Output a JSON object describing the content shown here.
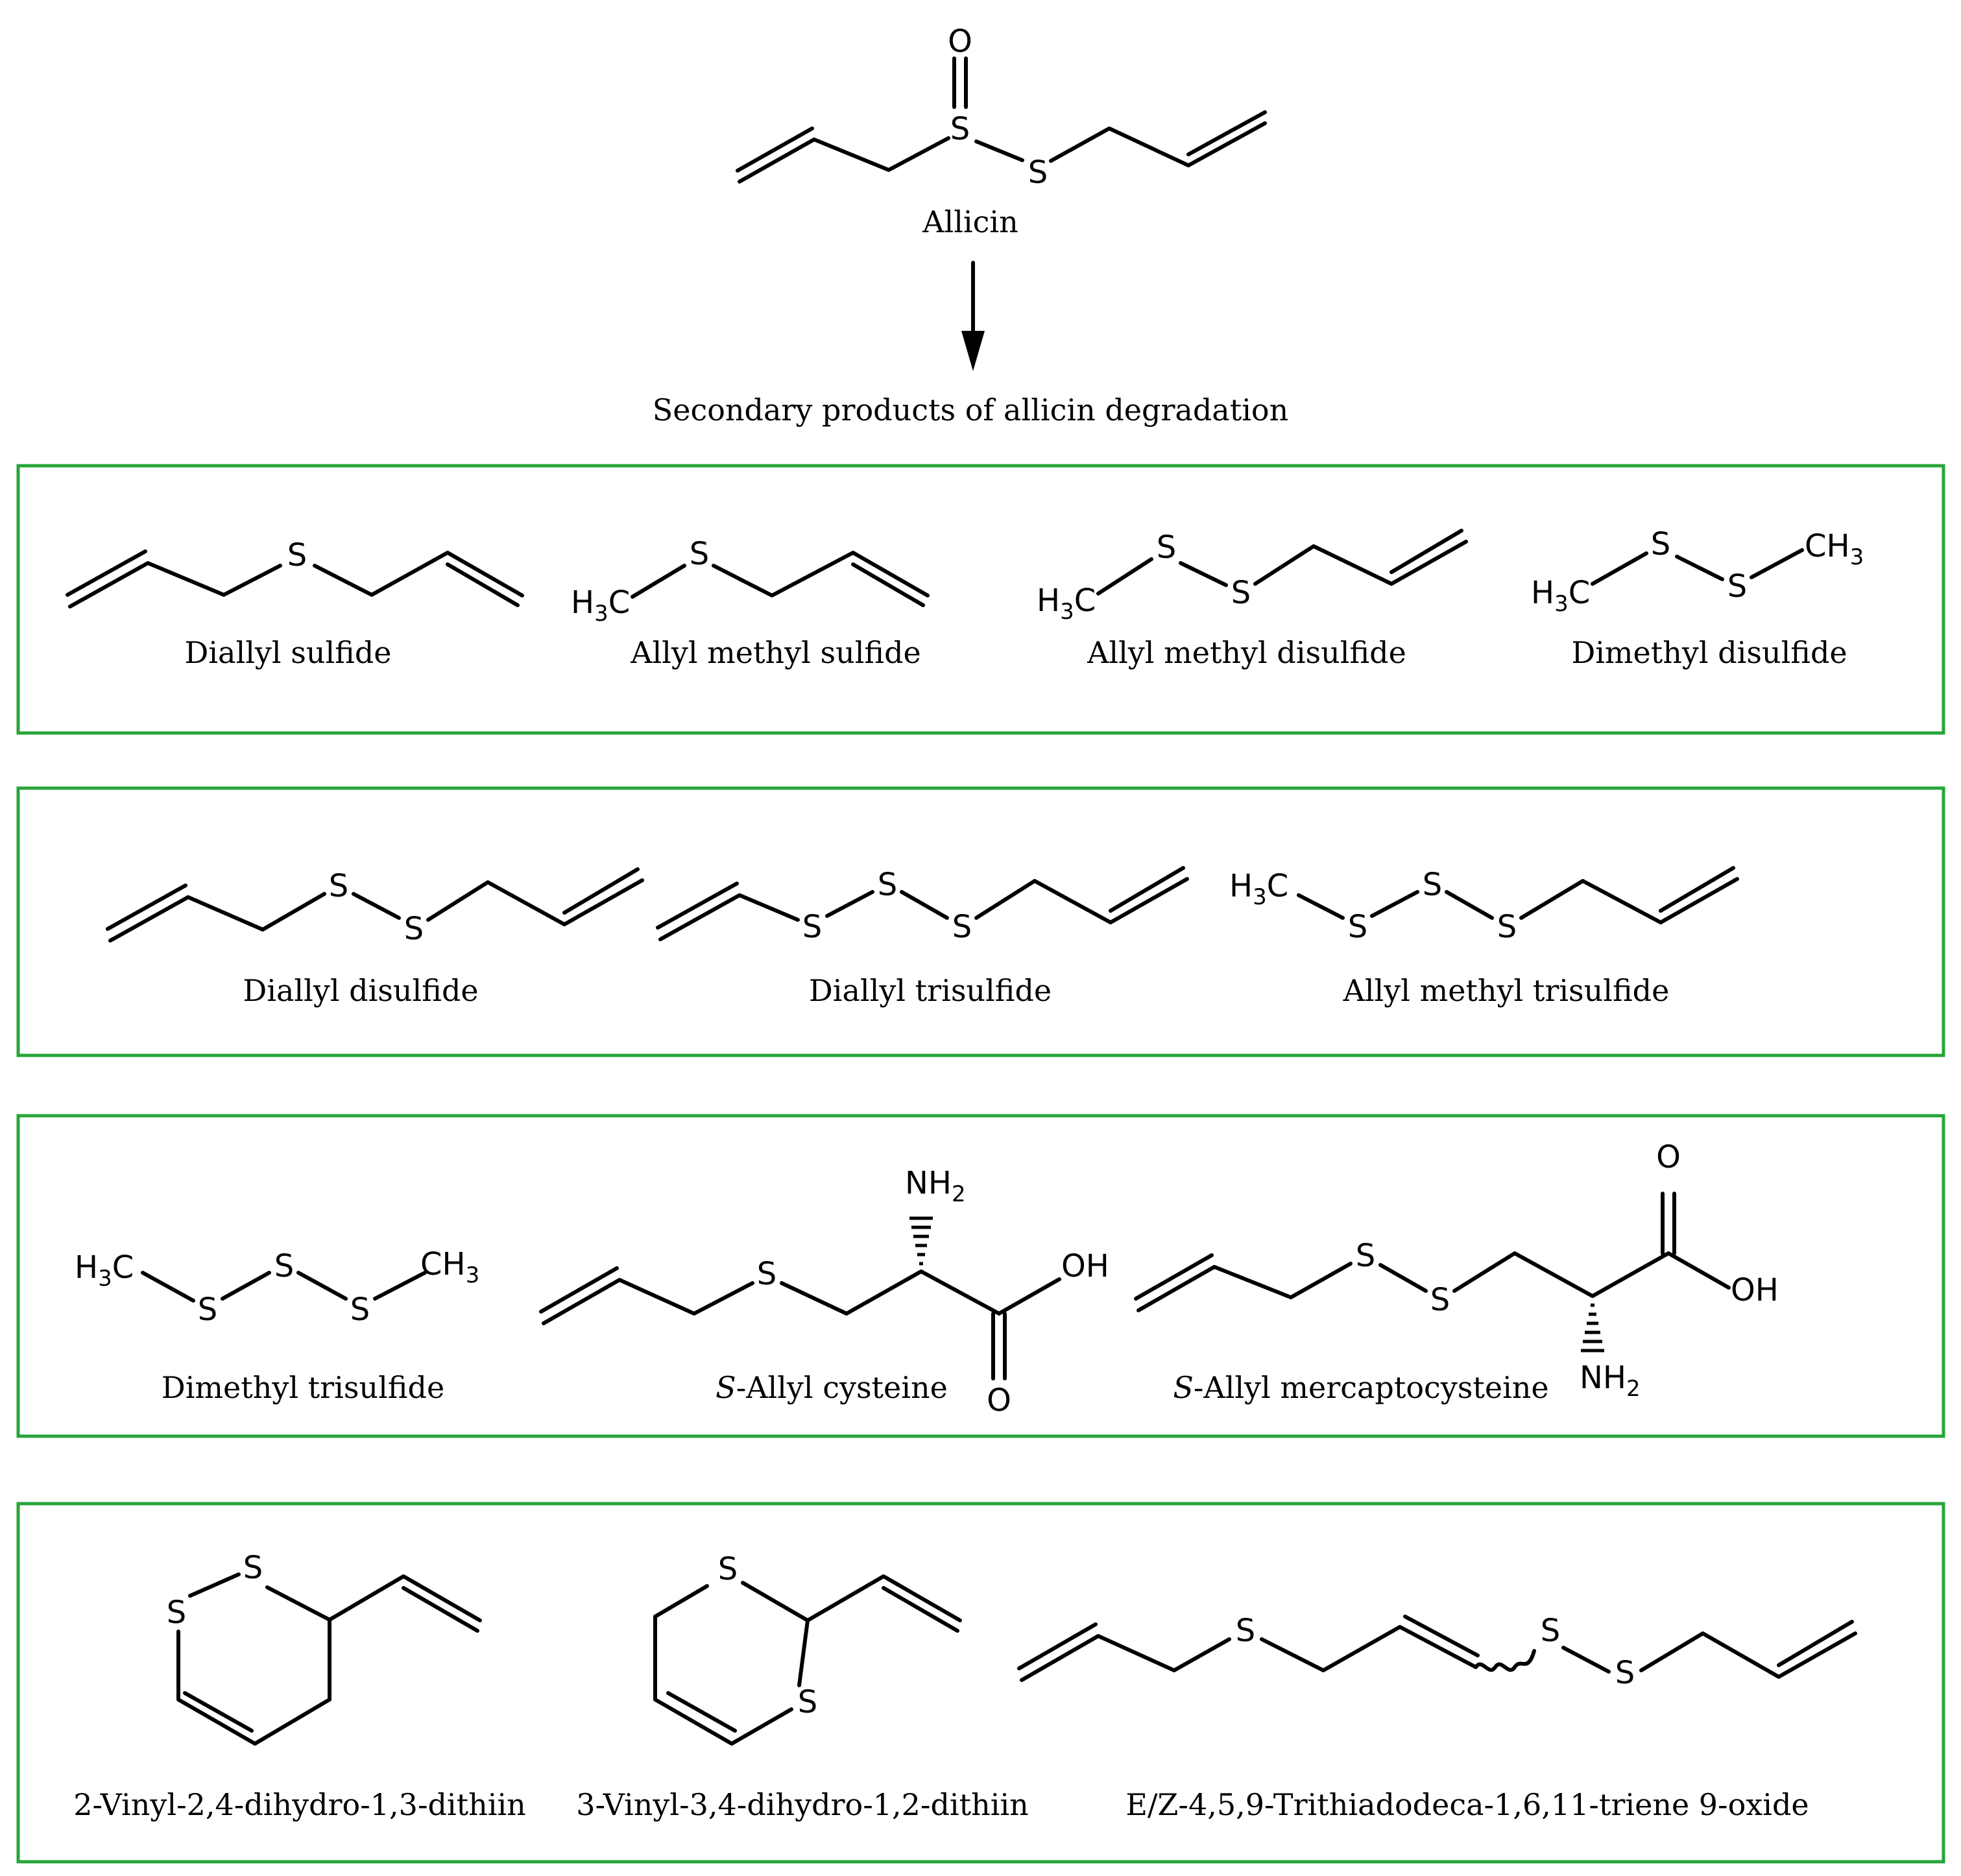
{
  "title": "Allicin",
  "subtitle": "Secondary products of allicin degradation",
  "atoms": {
    "S": "S",
    "O": "O",
    "H": "H",
    "C": "C",
    "N": "N",
    "OH": "OH",
    "two": "2",
    "three": "3"
  },
  "colors": {
    "box_border": "#27a539",
    "ink": "#000000"
  },
  "groups": [
    {
      "compounds": [
        {
          "name": "Diallyl sulfide"
        },
        {
          "name": "Allyl methyl sulfide"
        },
        {
          "name": "Allyl methyl disulfide"
        },
        {
          "name": "Dimethyl disulfide"
        }
      ]
    },
    {
      "compounds": [
        {
          "name": "Diallyl disulfide"
        },
        {
          "name": "Diallyl trisulfide"
        },
        {
          "name": "Allyl methyl trisulfide"
        }
      ]
    },
    {
      "compounds": [
        {
          "name": "Dimethyl trisulfide"
        },
        {
          "name_prefix": "S",
          "name": "-Allyl cysteine"
        },
        {
          "name_prefix": "S",
          "name": "-Allyl mercaptocysteine"
        }
      ]
    },
    {
      "compounds": [
        {
          "name": "2-Vinyl-2,4-dihydro-1,3-dithiin"
        },
        {
          "name": "3-Vinyl-3,4-dihydro-1,2-dithiin"
        },
        {
          "name": "E/Z-4,5,9-Trithiadodeca-1,6,11-triene 9-oxide"
        }
      ]
    }
  ]
}
